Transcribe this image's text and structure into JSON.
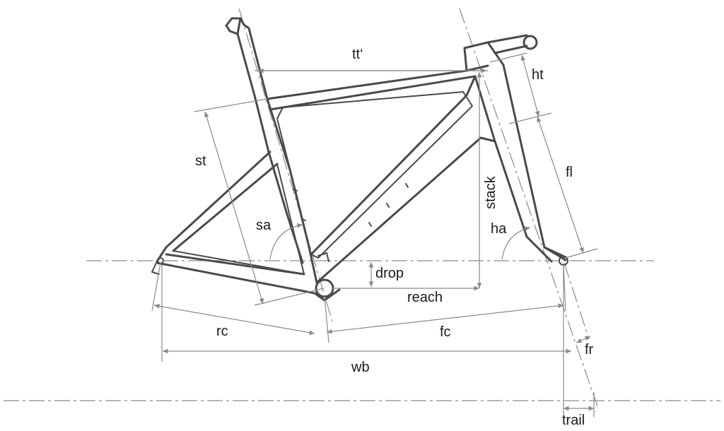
{
  "diagram": {
    "colors": {
      "frame": "#4a4a4a",
      "dimension": "#8a8a8a",
      "text": "#1a1a1a"
    },
    "labels": {
      "tt": "tt‘",
      "ht": "ht",
      "st": "st",
      "fl": "fl",
      "stack": "stack",
      "sa": "sa",
      "ha": "ha",
      "drop": "drop",
      "reach": "reach",
      "rc": "rc",
      "fc": "fc",
      "fr": "fr",
      "wb": "wb",
      "trail": "trail"
    }
  }
}
